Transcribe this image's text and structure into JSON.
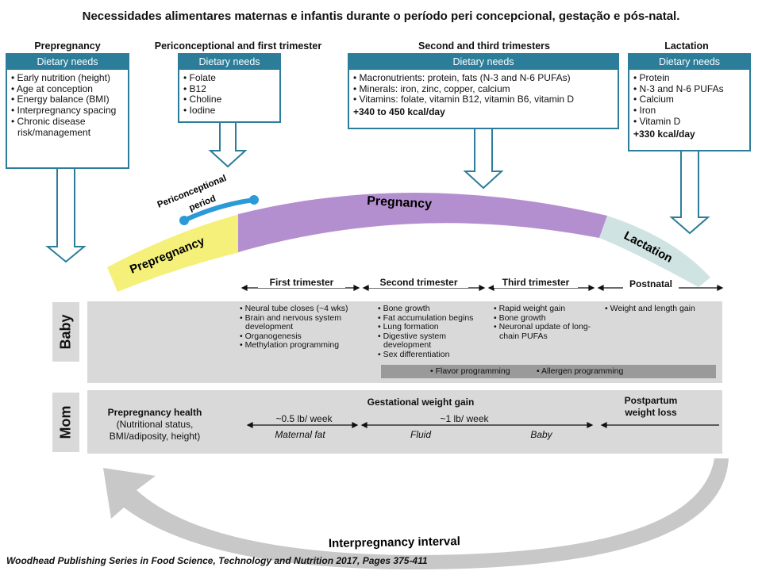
{
  "title": "Necessidades alimentares maternas e infantis durante o período peri concepcional, gestação e pós-natal.",
  "phases": {
    "prepregnancy": {
      "heading": "Prepregnancy",
      "box_title": "Dietary needs",
      "items": [
        "Early nutrition (height)",
        "Age at conception",
        "Energy balance (BMI)",
        "Interpregnancy spacing",
        "Chronic disease risk/management"
      ]
    },
    "periconceptional": {
      "heading": "Periconceptional and first trimester",
      "box_title": "Dietary needs",
      "items": [
        "Folate",
        "B12",
        "Choline",
        "Iodine"
      ]
    },
    "second_third": {
      "heading": "Second and third trimesters",
      "box_title": "Dietary needs",
      "items": [
        "Macronutrients: protein, fats (N-3 and N-6 PUFAs)",
        "Minerals: iron, zinc, copper, calcium",
        "Vitamins: folate, vitamin B12, vitamin B6, vitamin D"
      ],
      "energy": "+340 to 450 kcal/day"
    },
    "lactation": {
      "heading": "Lactation",
      "box_title": "Dietary needs",
      "items": [
        "Protein",
        "N-3 and N-6 PUFAs",
        "Calcium",
        "Iron",
        "Vitamin D"
      ],
      "energy": "+330 kcal/day"
    }
  },
  "arc": {
    "prepregnancy": "Prepregnancy",
    "pregnancy": "Pregnancy",
    "lactation": "Lactation",
    "periconceptional_line1": "Periconceptional",
    "periconceptional_line2": "period",
    "colors": {
      "prepregnancy": "#f5f07a",
      "pregnancy": "#b48fd0",
      "lactation": "#cfe3e3",
      "periconceptional": "#2a9bd6",
      "box_border": "#2b7d99",
      "band": "#d9d9d9",
      "return_arrow": "#c8c8c8"
    }
  },
  "timeline": {
    "first": "First trimester",
    "second": "Second trimester",
    "third": "Third trimester",
    "postnatal": "Postnatal"
  },
  "baby": {
    "label": "Baby",
    "first": [
      "Neural tube closes (~4 wks)",
      "Brain and nervous system development",
      "Organogenesis",
      "Methylation programming"
    ],
    "second": [
      "Bone growth",
      "Fat accumulation begins",
      "Lung formation",
      "Digestive system development",
      "Sex differentiation"
    ],
    "third": [
      "Rapid weight gain",
      "Bone growth",
      "Neuronal update of long-chain PUFAs"
    ],
    "postnatal": [
      "Weight and length gain"
    ],
    "programming": [
      "Flavor programming",
      "Allergen programming"
    ]
  },
  "mom": {
    "label": "Mom",
    "prepregnancy_health": "Prepregnancy health",
    "prepregnancy_detail_1": "(Nutritional status,",
    "prepregnancy_detail_2": "BMI/adiposity, height)",
    "gestational": "Gestational weight  gain",
    "rate1": "~0.5 lb/ week",
    "rate2": "~1 lb/ week",
    "maternal_fat": "Maternal fat",
    "fluid": "Fluid",
    "baby": "Baby",
    "postpartum_1": "Postpartum",
    "postpartum_2": "weight loss"
  },
  "interpregnancy": "Interpregnancy interval",
  "citation": "Woodhead Publishing Series in Food Science, Technology and Nutrition 2017,  Pages 375-411"
}
